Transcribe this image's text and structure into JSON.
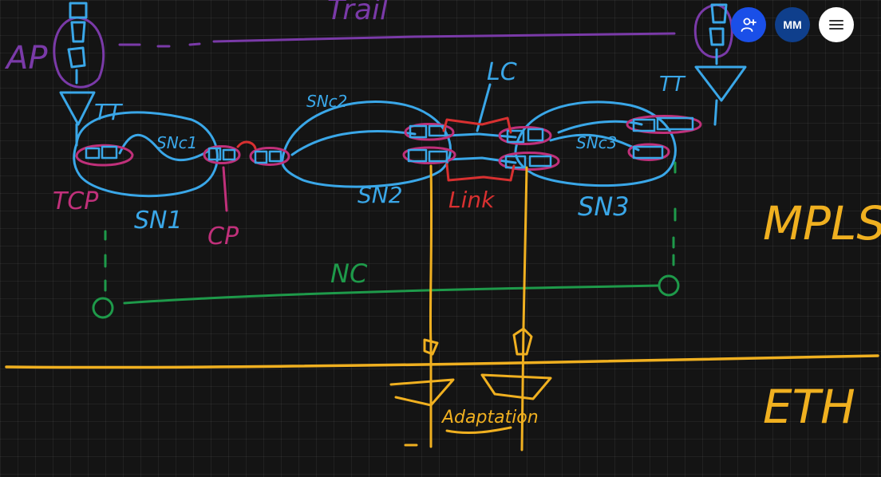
{
  "toolbar": {
    "avatar_initials": "MM",
    "add_user_icon": "person-plus-icon",
    "menu_icon": "hamburger-menu-icon",
    "colors": {
      "add_user": "#1a4fe8",
      "avatar": "#0f3f8c",
      "menu": "#ffffff"
    }
  },
  "whiteboard": {
    "ink_colors": {
      "blue": "#3aa7e8",
      "purple": "#7a3aa8",
      "magenta": "#c0307a",
      "red": "#d83030",
      "green": "#1e9a4a",
      "yellow": "#f0b020"
    },
    "labels": {
      "top_trail": "Trail",
      "ap": "AP",
      "tt_left": "TT",
      "tt_right": "TT",
      "snc_1": "SNc1",
      "snc_2": "SNc2",
      "snc_3": "SNc3",
      "lc": "LC",
      "tcp": "TCP",
      "sn_1": "SN1",
      "cp": "CP",
      "sn_2": "SN2",
      "link": "Link",
      "sn_3": "SN3",
      "mpls": "MPLS",
      "nc": "NC",
      "eth": "ETH",
      "adaptation": "Adaptation"
    }
  }
}
